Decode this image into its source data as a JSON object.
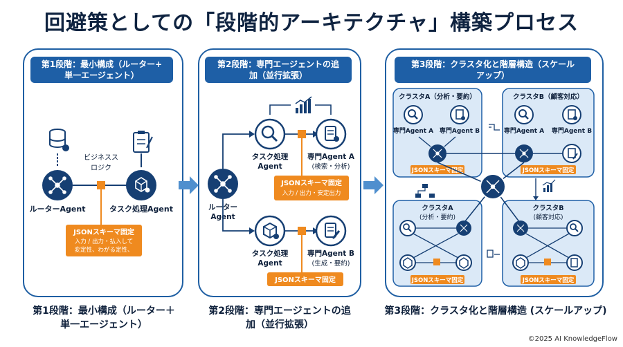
{
  "title": "回避策としての「段階的アーキテクチャ」構築プロセス",
  "footer": "©2025 AI KnowledgeFlow",
  "stage1": {
    "header_line1": "第1段階：最小構成（ルーター+",
    "header_line2": "単一エージェント）",
    "business_logic_line1": "ビジネスス",
    "business_logic_line2": "ロジク",
    "router_label": "ルーターAgent",
    "task_label": "タスク処理Agent",
    "schema_title": "JSONスキーマ固定",
    "schema_line1": "入力 / 出力・払入して",
    "schema_line2": "変定性、わがる定性、",
    "caption_line1": "第1段階：最小構成（ルーター＋",
    "caption_line2": "単一エージェント）"
  },
  "stage2": {
    "header_line1": "第2段階：専門エージェントの追",
    "header_line2": "加（並行拡張）",
    "router_line1": "ルーター",
    "router_line2": "Agent",
    "task_top_line1": "タスク処理",
    "task_top_line2": "Agent",
    "task_bottom_line1": "タスク処理",
    "task_bottom_line2": "Agent",
    "agent_a_line1": "専門Agent A",
    "agent_a_line2": "(検索・分析)",
    "agent_b_line1": "専門Agent B",
    "agent_b_line2": "(生成・要約)",
    "schema_title": "JSONスキーマ固定",
    "schema_sub": "入力 / 出力・安定出力",
    "schema_bottom": "JSONスキーマ固定",
    "caption_line1": "第2段階：専門エージェントの追",
    "caption_line2": "加（並行拡張）"
  },
  "stage3": {
    "header_line1": "第3段階：クラスタ化と階層構造（スケール",
    "header_line2": "アップ）",
    "cluster_a_top": "クラスタA（分析・要約）",
    "cluster_b_top": "クラスタB（顧客対応）",
    "agent_a": "専門Agent A",
    "agent_b": "専門Agent B",
    "schema": "JSONスキーマ固定",
    "cluster_a_bottom_line1": "クラスタA",
    "cluster_a_bottom_line2": "(分析・要約)",
    "cluster_b_bottom_line1": "クラスタB",
    "cluster_b_bottom_line2": "(顧客対応)",
    "caption": "第3段階：クラスタ化と階層構造 (スケールアップ)"
  },
  "colors": {
    "navy": "#163f73",
    "blue": "#1e5fa6",
    "light_blue": "#dbe9f7",
    "orange": "#ef8a1f",
    "arrow": "#4f8fce"
  },
  "icons": [
    "database-icon",
    "hub-icon",
    "clipboard-icon",
    "box-gear-icon",
    "magnifier-icon",
    "document-gear-icon",
    "document-pen-icon",
    "bar-chart-icon",
    "hierarchy-icon"
  ]
}
